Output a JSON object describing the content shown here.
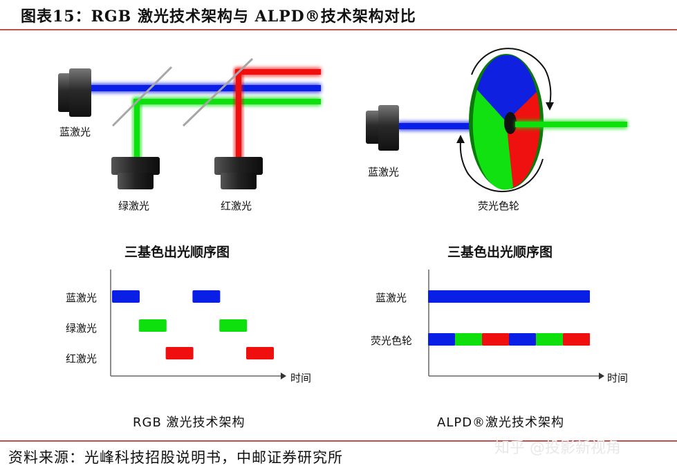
{
  "header": {
    "title": "图表15：RGB 激光技术架构与 ALPD®技术架构对比"
  },
  "left": {
    "blue_laser": "蓝激光",
    "green_laser": "绿激光",
    "red_laser": "红激光",
    "chart_title": "三基色出光顺序图",
    "row_labels": [
      "蓝激光",
      "绿激光",
      "红激光"
    ],
    "x_label": "时间",
    "caption": "RGB 激光技术架构"
  },
  "right": {
    "blue_laser": "蓝激光",
    "wheel_label": "荧光色轮",
    "chart_title": "三基色出光顺序图",
    "row_labels": [
      "蓝激光",
      "荧光色轮"
    ],
    "x_label": "时间",
    "caption": "ALPD®激光技术架构"
  },
  "footer": {
    "source": "资料来源：光峰科技招股说明书，中邮证券研究所",
    "watermark": "知乎 @投影新视角"
  },
  "colors": {
    "blue": "#0a1fe6",
    "green": "#0ee00e",
    "red": "#f00f0f",
    "accent": "#c0504d"
  },
  "chart_data": [
    {
      "type": "timeline",
      "title": "三基色出光顺序图",
      "xlabel": "时间",
      "rows": [
        "蓝激光",
        "绿激光",
        "红激光"
      ],
      "segments": [
        {
          "row": "蓝激光",
          "start": 0,
          "end": 1
        },
        {
          "row": "绿激光",
          "start": 1,
          "end": 2
        },
        {
          "row": "红激光",
          "start": 2,
          "end": 3
        },
        {
          "row": "蓝激光",
          "start": 3,
          "end": 4
        },
        {
          "row": "绿激光",
          "start": 4,
          "end": 5
        },
        {
          "row": "红激光",
          "start": 5,
          "end": 6
        }
      ]
    },
    {
      "type": "timeline",
      "title": "三基色出光顺序图",
      "xlabel": "时间",
      "rows": [
        "蓝激光",
        "荧光色轮"
      ],
      "segments": [
        {
          "row": "蓝激光",
          "start": 0,
          "end": 6,
          "color": "blue"
        },
        {
          "row": "荧光色轮",
          "start": 0,
          "end": 1,
          "color": "blue"
        },
        {
          "row": "荧光色轮",
          "start": 1,
          "end": 2,
          "color": "green"
        },
        {
          "row": "荧光色轮",
          "start": 2,
          "end": 3,
          "color": "red"
        },
        {
          "row": "荧光色轮",
          "start": 3,
          "end": 4,
          "color": "blue"
        },
        {
          "row": "荧光色轮",
          "start": 4,
          "end": 5,
          "color": "green"
        },
        {
          "row": "荧光色轮",
          "start": 5,
          "end": 6,
          "color": "red"
        }
      ]
    }
  ]
}
